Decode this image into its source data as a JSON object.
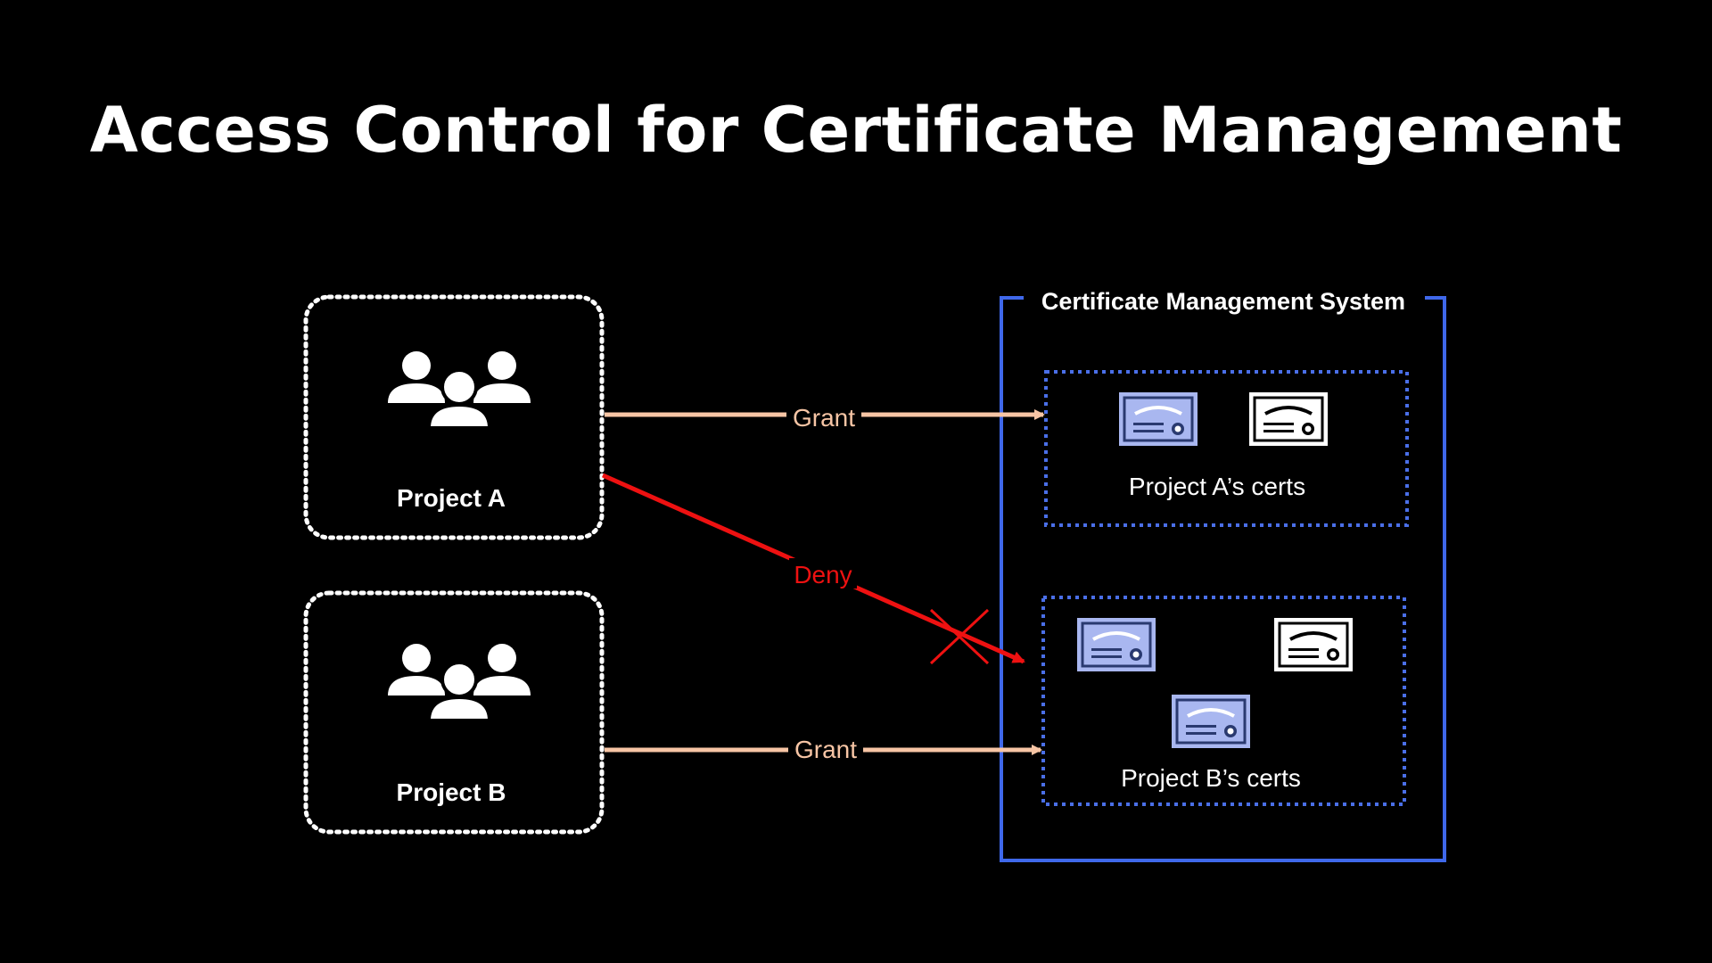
{
  "title": "Access Control for Certificate Management",
  "projects": [
    {
      "label": "Project A"
    },
    {
      "label": "Project B"
    }
  ],
  "system": {
    "label": "Certificate Management System",
    "groups": [
      {
        "label": "Project A’s certs"
      },
      {
        "label": "Project B’s certs"
      }
    ]
  },
  "arrows": {
    "grant_a": "Grant",
    "deny": "Deny",
    "grant_b": "Grant"
  },
  "colors": {
    "grant": "#f7c5a5",
    "deny": "#ee1111",
    "system_border": "#3f68ea",
    "group_border": "#4a6fe8",
    "cert_blue_bg": "#a9b7f0",
    "cert_white_bg": "#ffffff"
  },
  "icons": {
    "people": "people-group-icon",
    "cert": "certificate-icon",
    "deny_mark": "x-mark-icon"
  }
}
